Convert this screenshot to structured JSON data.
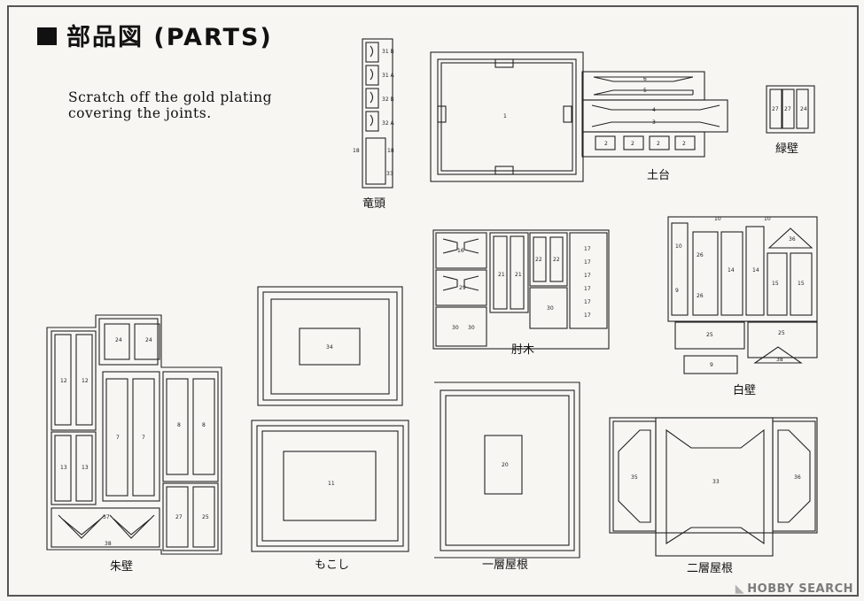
{
  "header": {
    "title": "部品図 (PARTS)",
    "note_line1": "Scratch off the gold plating",
    "note_line2": "covering the joints."
  },
  "labels": {
    "ryuzu": "竜頭",
    "dodai": "土台",
    "midorikabe": "緑壁",
    "hijiki": "肘木",
    "shirakabe": "白壁",
    "shukabe": "朱壁",
    "mokoshi": "もこし",
    "ichiso_yane": "一層屋根",
    "niso_yane": "二層屋根"
  },
  "watermark": {
    "logo": "HOBBY SEARCH",
    "symbol": "◣"
  }
}
